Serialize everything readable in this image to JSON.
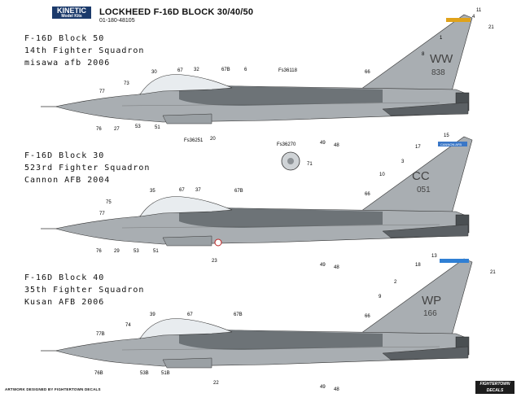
{
  "header": {
    "brand": "KINETIC",
    "brand_sub": "Model Kits",
    "title": "LOCKHEED F-16D BLOCK 30/40/50",
    "code": "01-180-48105"
  },
  "aircraft": [
    {
      "line1": "F-16D Block 50",
      "line2": "14th Fighter Squadron",
      "line3": "misawa afb 2006",
      "tail_code": "WW",
      "tail_serial": "838",
      "callouts": [
        "11",
        "4",
        "21",
        "1",
        "8",
        "66",
        "Fs36118",
        "73",
        "30",
        "67",
        "32",
        "67B",
        "6",
        "77",
        "76",
        "27",
        "53",
        "51",
        "20",
        "Fs36251",
        "49",
        "48",
        "Fs36270",
        "71"
      ]
    },
    {
      "line1": "F-16D Block 30",
      "line2": "523rd Fighter Squadron",
      "line3": "Cannon AFB 2004",
      "tail_code": "CC",
      "tail_serial": "051",
      "fin_band": "CANNON AFB",
      "callouts": [
        "15",
        "17",
        "3",
        "10",
        "66",
        "75",
        "35",
        "67",
        "37",
        "67B",
        "77",
        "76",
        "29",
        "53",
        "51",
        "23",
        "49",
        "48"
      ]
    },
    {
      "line1": "F-16D Block 40",
      "line2": "35th Fighter Squadron",
      "line3": "Kusan AFB 2006",
      "tail_code": "WP",
      "tail_serial": "166",
      "callouts": [
        "13",
        "18",
        "21",
        "2",
        "9",
        "66",
        "39",
        "67",
        "67B",
        "74",
        "77B",
        "76B",
        "53B",
        "51B",
        "22",
        "49",
        "48"
      ]
    }
  ],
  "footer": {
    "credit": "ARTWORK DESIGNED BY FIGHTERTOWN DECALS",
    "logo": "FIGHTERTOWN DECALS"
  }
}
